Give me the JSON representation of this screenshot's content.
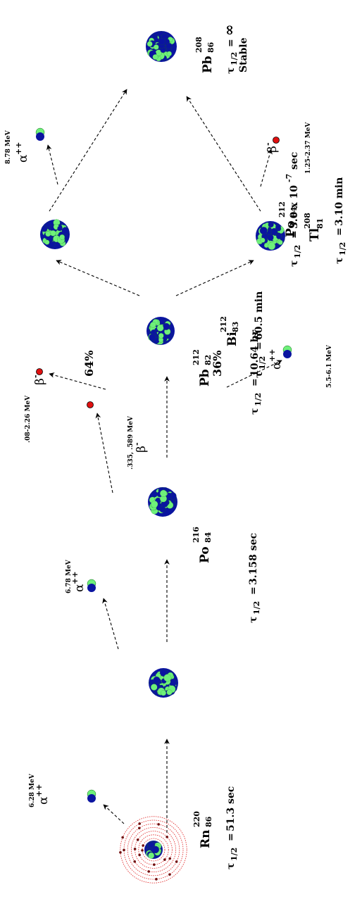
{
  "nuclides": [
    {
      "symbol": "Rn",
      "mass": "220",
      "z": "86",
      "halflife": "51.3 sec"
    },
    {
      "symbol": "Po",
      "mass": "216",
      "z": "84",
      "halflife": "3.158 sec"
    },
    {
      "symbol": "Pb",
      "mass": "212",
      "z": "82",
      "halflife": "10.64 hr"
    },
    {
      "symbol": "Bi",
      "mass": "212",
      "z": "83",
      "halflife": "60.5 min"
    },
    {
      "symbol": "Po",
      "mass": "212",
      "z": "84",
      "halflife": "3.0 x 10",
      "halflife_exp": "-7",
      "halflife_unit": "sec"
    },
    {
      "symbol": "Tl",
      "mass": "208",
      "z": "81",
      "halflife": "3.10 min"
    },
    {
      "symbol": "Pb",
      "mass": "208",
      "z": "86",
      "halflife": "∞",
      "stable": "Stable"
    }
  ],
  "tau": "τ",
  "tau_sub": "1/2",
  "tau_eq": "=",
  "emissions": [
    {
      "particle": "α",
      "charge": "++",
      "energy": "6.28 MeV"
    },
    {
      "particle": "α",
      "charge": "++",
      "energy": "6.78 MeV"
    },
    {
      "particle": "β",
      "charge": "-",
      "energy": ".335, .589 MeV"
    },
    {
      "particle": "β",
      "charge": "-",
      "energy": ".08-2.26 MeV"
    },
    {
      "particle": "α",
      "charge": "++",
      "energy": "5.5-6.1 MeV"
    },
    {
      "particle": "α",
      "charge": "++",
      "energy": "8.78 MeV"
    },
    {
      "particle": "β",
      "charge": "-",
      "energy": "1.25-2.37 MeV"
    }
  ],
  "branches": {
    "upper": "64%",
    "lower": "36%"
  },
  "colors": {
    "nucleus_dark": "#0a14a0",
    "nucleus_light": "#6ef07a",
    "beta": "#e01010",
    "orbit": "#e02020"
  }
}
